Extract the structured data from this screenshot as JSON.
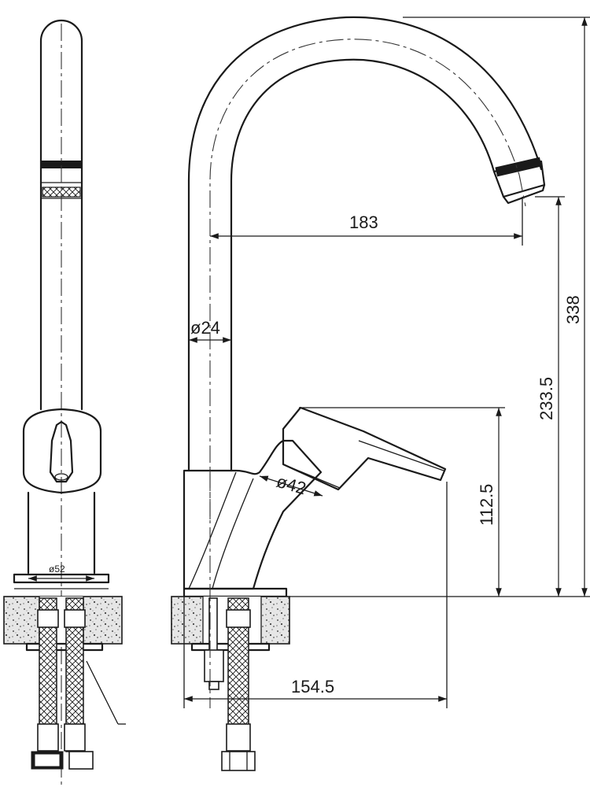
{
  "drawing": {
    "colors": {
      "line": "#1a1a1a",
      "background": "#ffffff",
      "countertop_fill": "#d9d9d9"
    },
    "dimensions": {
      "spout_reach": "183",
      "spout_diameter": "ø24",
      "total_height": "338",
      "spout_outlet_height": "233.5",
      "lever_height": "112.5",
      "body_diameter": "ø42",
      "base_diameter": "ø52",
      "base_to_lever_tip": "154.5"
    }
  }
}
